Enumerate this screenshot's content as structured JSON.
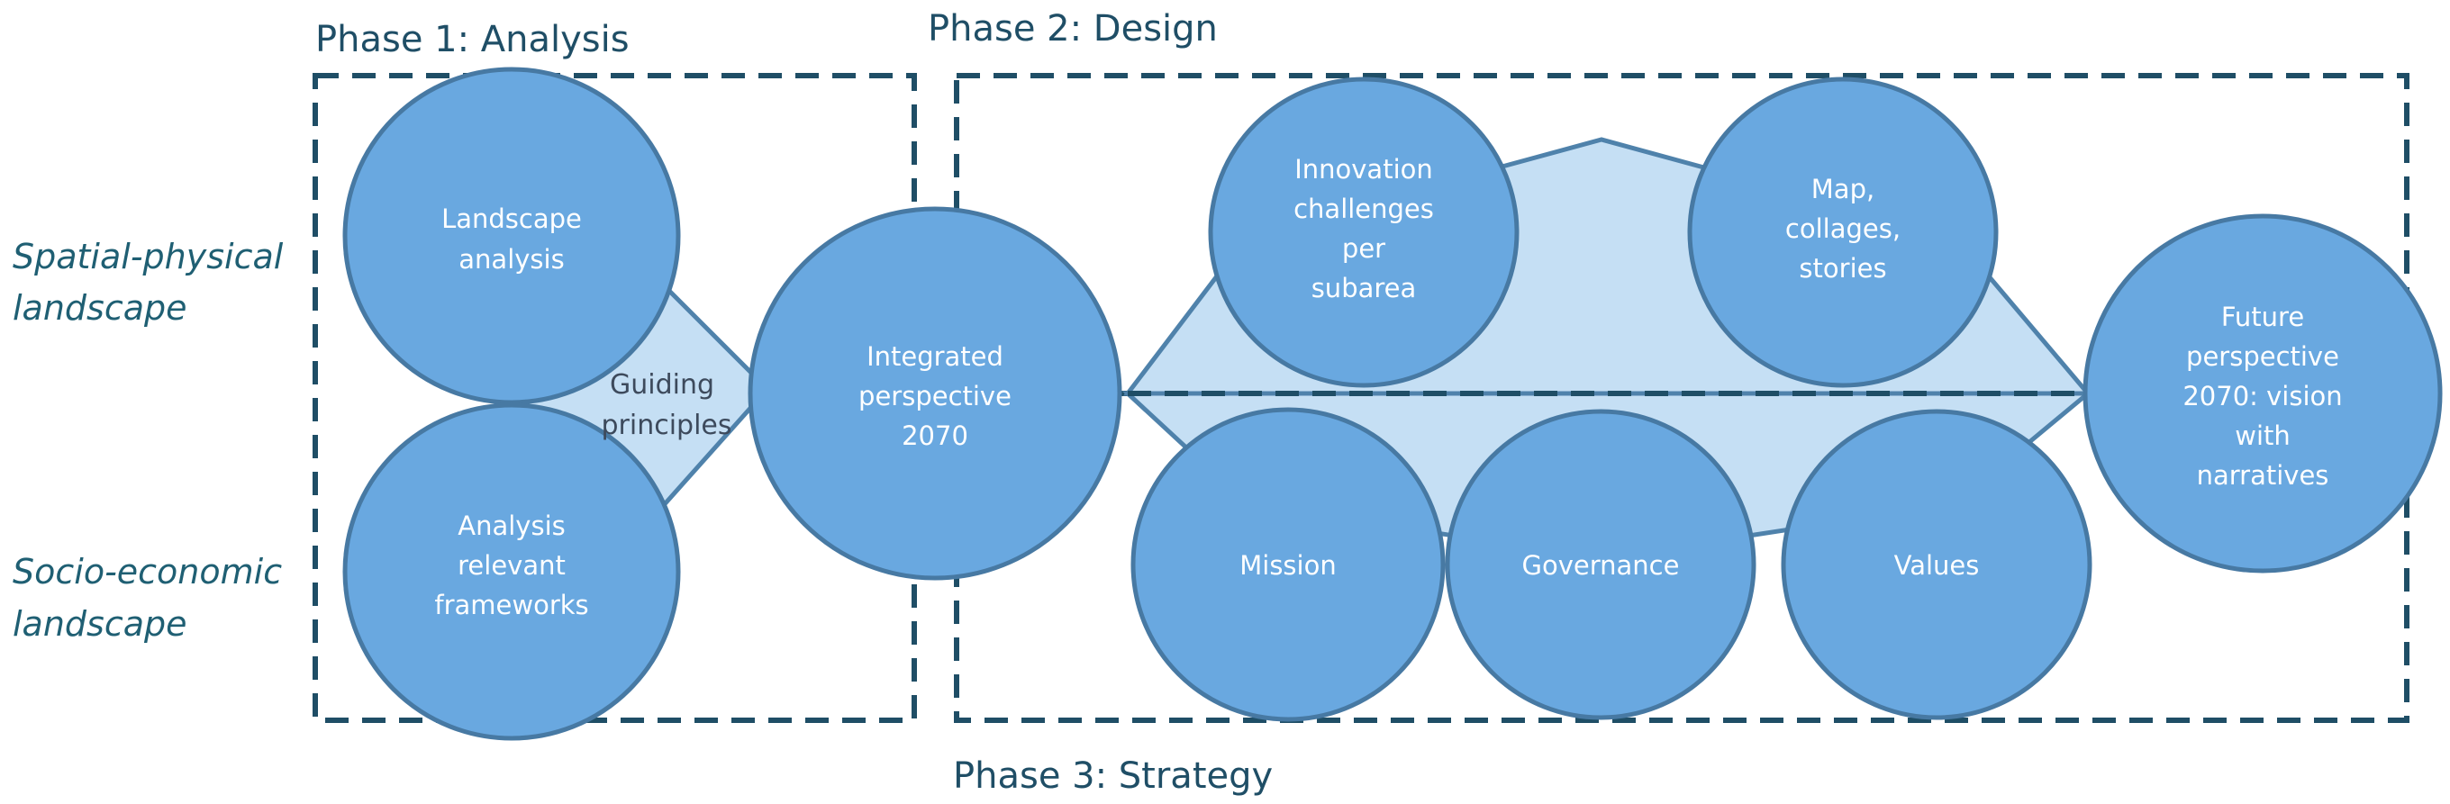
{
  "phases": {
    "analysis": "Phase 1: Analysis",
    "design": "Phase 2: Design",
    "strategy": "Phase 3: Strategy"
  },
  "row_labels": {
    "spatial_1": "Spatial-physical",
    "spatial_2": "landscape",
    "socio_1": "Socio-economic",
    "socio_2": "landscape"
  },
  "nodes": {
    "landscape_analysis": [
      "Landscape",
      "analysis"
    ],
    "guiding_principles": [
      "Guiding",
      "principles"
    ],
    "analysis_frameworks": [
      "Analysis",
      "relevant",
      "frameworks"
    ],
    "integrated_perspective": [
      "Integrated",
      "perspective",
      "2070"
    ],
    "innovation_challenges": [
      "Innovation",
      "challenges",
      "per",
      "subarea"
    ],
    "map_collages": [
      "Map,",
      "collages,",
      "stories"
    ],
    "future_perspective": [
      "Future",
      "perspective",
      "2070: vision",
      "with",
      "narratives"
    ],
    "mission": [
      "Mission"
    ],
    "governance": [
      "Governance"
    ],
    "values": [
      "Values"
    ]
  },
  "colors": {
    "circle_fill": "#69a8e0",
    "circle_stroke": "#4779a3",
    "shape_fill": "#c5dff4",
    "dashed_border": "#1f4e66"
  }
}
